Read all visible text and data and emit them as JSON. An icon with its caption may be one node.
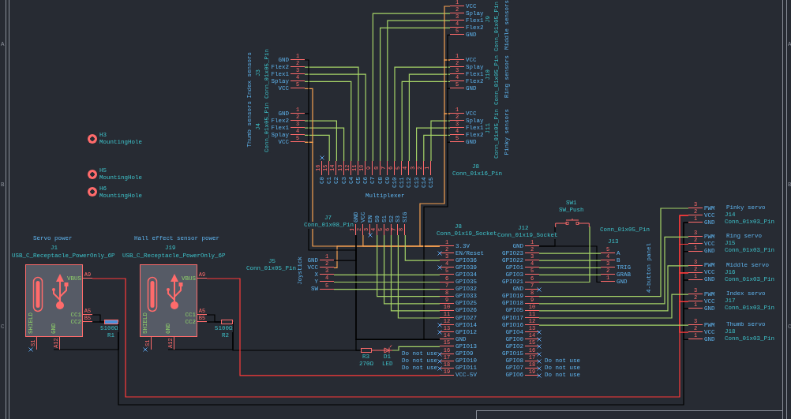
{
  "diagram": {
    "nodes": [
      {
        "text": [
          "1",
          "VCC",
          "2",
          "Splay",
          "3",
          "Flex1",
          "4",
          "Flex2",
          "5",
          "GND"
        ],
        "beside": [
          "J9",
          "Conn_01x05_Pin",
          "Middle sensors"
        ]
      },
      {
        "text": [
          "1",
          "GND",
          "2",
          "Flex2",
          "3",
          "Flex1",
          "4",
          "Splay",
          "5",
          "VCC"
        ],
        "beside": [
          "Index sensors",
          "J3",
          "Conn_01x05_Pin"
        ]
      },
      {
        "text": [
          "1",
          "VCC",
          "2",
          "Splay",
          "3",
          "Flex1",
          "4",
          "Flex2",
          "5",
          "GND"
        ],
        "beside": [
          "J10",
          "Conn_01x05_Pin",
          "Ring sensors"
        ]
      },
      {
        "text": [
          "1",
          "GND",
          "2",
          "Flex2",
          "3",
          "Flex1",
          "4",
          "Splay",
          "5",
          "VCC"
        ],
        "beside": [
          "Thumb sensors",
          "J4",
          "Conn_01x05_Pin"
        ]
      },
      {
        "text": [
          "1",
          "VCC",
          "2",
          "Splay",
          "3",
          "Flex1",
          "4",
          "Flex2",
          "5",
          "GND"
        ],
        "beside": [
          "J11",
          "Conn_01x05_Pin",
          "Pinky sensors"
        ]
      },
      {
        "text": [],
        "shape": "circle",
        "beside": [
          "H3",
          "MountingHole"
        ]
      },
      {
        "text": [
          "16",
          "C0",
          "15",
          "C1",
          "14",
          "C2",
          "13",
          "C3",
          "12",
          "C4",
          "11",
          "C5",
          "10",
          "C6",
          "9",
          "C7",
          "8",
          "C8",
          "7",
          "C9",
          "6",
          "C10",
          "5",
          "C11",
          "4",
          "C12",
          "3",
          "C13",
          "2",
          "C14",
          "1",
          "C15"
        ],
        "beside": [
          "J8",
          "Conn_01x16_Pin",
          "Multiplexer"
        ]
      },
      {
        "text": [],
        "shape": "circle",
        "beside": [
          "H5",
          "MountingHole"
        ]
      },
      {
        "text": [],
        "shape": "circle",
        "beside": [
          "H6",
          "MountingHole"
        ]
      },
      {
        "text": [],
        "shape": "switch",
        "beside": [
          "SW1",
          "SW_Push"
        ]
      },
      {
        "text": [
          "3",
          "PWM",
          "2",
          "VCC",
          "1",
          "GND"
        ],
        "beside": [
          "Pinky servo",
          "J14",
          "Conn_01x03_Pin"
        ]
      },
      {
        "text": [
          "1",
          "GND",
          "2",
          "VCC",
          "3",
          "EN",
          "4",
          "S0",
          "5",
          "S1",
          "6",
          "S2",
          "7",
          "S3",
          "8",
          "SIG"
        ],
        "beside": [
          "J7",
          "Conn_01x08_Pin"
        ]
      },
      {
        "text": [
          "1",
          "3.3V",
          "2",
          "EN/Reset",
          "3",
          "GPIO36",
          "4",
          "GPIO39",
          "5",
          "GPIO34",
          "6",
          "GPIO35",
          "7",
          "GPIO32",
          "8",
          "GPIO33",
          "9",
          "GPIO25",
          "10",
          "GPIO26",
          "11",
          "GPIO27",
          "12",
          "GPIO14",
          "13",
          "GPIO12",
          "14",
          "GND",
          "15",
          "GPIO13",
          "16",
          "GPIO9",
          "17",
          "GPIO10",
          "18",
          "GPIO11",
          "19",
          "VCC-5V"
        ],
        "beside": [
          "J8",
          "Conn_01x19_Socket",
          "Do not use",
          "Do not use",
          "Do not use"
        ]
      },
      {
        "text": [
          "1",
          "GND",
          "2",
          "GPIO23",
          "3",
          "GPIO22",
          "4",
          "GPIO1",
          "5",
          "GPIO3",
          "6",
          "GPIO21",
          "7",
          "GND",
          "8",
          "GPIO19",
          "9",
          "GPIO18",
          "10",
          "GPIO5",
          "11",
          "GPIO17",
          "12",
          "GPIO16",
          "13",
          "GPIO4",
          "14",
          "GPIO0",
          "15",
          "GPIO2",
          "16",
          "GPIO15",
          "17",
          "GPIO8",
          "18",
          "GPIO7",
          "19",
          "GPIO6"
        ],
        "beside": [
          "J12",
          "Conn_01x19_Socket",
          "Do not use",
          "Do not use",
          "Do not use"
        ]
      },
      {
        "text": [
          "5",
          "A",
          "4",
          "B",
          "3",
          "TRIG",
          "2",
          "GRAB",
          "1",
          "GND"
        ],
        "beside": [
          "Conn_01x05_Pin",
          "J13",
          "4-button panel"
        ]
      },
      {
        "text": [
          "3",
          "PWM",
          "2",
          "VCC",
          "1",
          "GND"
        ],
        "beside": [
          "Ring servo",
          "J15",
          "Conn_01x03_Pin"
        ]
      },
      {
        "text": [
          "A9",
          "VBUS",
          "A5",
          "CC1",
          "B5",
          "CC2",
          "S1",
          "SHIELD",
          "A12",
          "GND"
        ],
        "beside": [
          "Servo power",
          "J1",
          "USB_C_Receptacle_PowerOnly_6P"
        ]
      },
      {
        "text": [
          "A9",
          "VBUS",
          "A5",
          "CC1",
          "B5",
          "CC2",
          "S1",
          "SHIELD",
          "A12",
          "GND"
        ],
        "beside": [
          "Hall effect sensor power",
          "J19",
          "USB_C_Receptacle_PowerOnly_6P"
        ]
      },
      {
        "text": [
          "1",
          "GND",
          "2",
          "VCC",
          "3",
          "X",
          "4",
          "Y",
          "5",
          "SW"
        ],
        "beside": [
          "J5",
          "Conn_01x05_Pin",
          "Joystick"
        ]
      },
      {
        "text": [
          "3",
          "PWM",
          "2",
          "VCC",
          "1",
          "GND"
        ],
        "beside": [
          "Middle servo",
          "J16",
          "Conn_01x03_Pin"
        ]
      },
      {
        "text": [
          "3",
          "PWM",
          "2",
          "VCC",
          "1",
          "GND"
        ],
        "beside": [
          "Index servo",
          "J17",
          "Conn_01x03_Pin"
        ]
      },
      {
        "text": [],
        "shape": "resistor",
        "beside": [
          "5100Ω",
          "R1"
        ]
      },
      {
        "text": [],
        "shape": "resistor",
        "beside": [
          "5100Ω",
          "R2"
        ]
      },
      {
        "text": [
          "3",
          "PWM",
          "2",
          "VCC",
          "1",
          "GND"
        ],
        "beside": [
          "Thumb servo",
          "J18",
          "Conn_01x03_Pin"
        ]
      },
      {
        "text": [],
        "shape": "resistor",
        "beside": [
          "R3",
          "270Ω"
        ]
      },
      {
        "text": [],
        "shape": "diode",
        "beside": [
          "D1",
          "LED"
        ]
      }
    ],
    "edges": [
      {
        "from": 0,
        "to": 6,
        "arrow": "none"
      },
      {
        "from": 0,
        "to": 6,
        "arrow": "none"
      },
      {
        "from": 0,
        "to": 6,
        "arrow": "none"
      },
      {
        "from": 1,
        "to": 6,
        "arrow": "none"
      },
      {
        "from": 1,
        "to": 6,
        "arrow": "none"
      },
      {
        "from": 1,
        "to": 6,
        "arrow": "none"
      },
      {
        "from": 2,
        "to": 6,
        "arrow": "none"
      },
      {
        "from": 2,
        "to": 6,
        "arrow": "none"
      },
      {
        "from": 2,
        "to": 6,
        "arrow": "none"
      },
      {
        "from": 3,
        "to": 6,
        "arrow": "none"
      },
      {
        "from": 3,
        "to": 6,
        "arrow": "none"
      },
      {
        "from": 3,
        "to": 6,
        "arrow": "none"
      },
      {
        "from": 4,
        "to": 6,
        "arrow": "none"
      },
      {
        "from": 4,
        "to": 6,
        "arrow": "none"
      },
      {
        "from": 4,
        "to": 6,
        "arrow": "none"
      },
      {
        "from": 1,
        "to": 3,
        "arrow": "none",
        "color": "#f5a050"
      },
      {
        "from": 3,
        "to": 12,
        "arrow": "none",
        "color": "#f5a050"
      },
      {
        "from": 0,
        "to": 2,
        "arrow": "none",
        "color": "#f5a050"
      },
      {
        "from": 2,
        "to": 4,
        "arrow": "none",
        "color": "#f5a050"
      },
      {
        "from": 4,
        "to": 12,
        "arrow": "none",
        "color": "#f5a050"
      },
      {
        "from": 11,
        "to": 12,
        "arrow": "none",
        "color": "#f5a050"
      },
      {
        "from": 18,
        "to": 12,
        "arrow": "none",
        "color": "#f5a050"
      },
      {
        "from": 1,
        "to": 3,
        "arrow": "none",
        "color": "#000000"
      },
      {
        "from": 3,
        "to": 12,
        "arrow": "none",
        "color": "#000000"
      },
      {
        "from": 0,
        "to": 2,
        "arrow": "none",
        "color": "#000000"
      },
      {
        "from": 2,
        "to": 4,
        "arrow": "none",
        "color": "#000000"
      },
      {
        "from": 4,
        "to": 12,
        "arrow": "none",
        "color": "#000000"
      },
      {
        "from": 11,
        "to": 12,
        "arrow": "none",
        "color": "#000000"
      },
      {
        "from": 18,
        "to": 11,
        "arrow": "none",
        "color": "#000000"
      },
      {
        "from": 16,
        "to": 21,
        "arrow": "none",
        "color": "#000000"
      },
      {
        "from": 16,
        "to": 21,
        "arrow": "none",
        "color": "#000000"
      },
      {
        "from": 16,
        "to": 21,
        "arrow": "none",
        "color": "#000000"
      },
      {
        "from": 21,
        "to": 10,
        "arrow": "none",
        "color": "#000000"
      },
      {
        "from": 10,
        "to": 15,
        "arrow": "none",
        "color": "#000000"
      },
      {
        "from": 15,
        "to": 19,
        "arrow": "none",
        "color": "#000000"
      },
      {
        "from": 19,
        "to": 20,
        "arrow": "none",
        "color": "#000000"
      },
      {
        "from": 20,
        "to": 23,
        "arrow": "none",
        "color": "#000000"
      },
      {
        "from": 17,
        "to": 22,
        "arrow": "none",
        "color": "#000000"
      },
      {
        "from": 17,
        "to": 22,
        "arrow": "none",
        "color": "#000000"
      },
      {
        "from": 17,
        "to": 22,
        "arrow": "none",
        "color": "#000000"
      },
      {
        "from": 22,
        "to": 24,
        "arrow": "none",
        "color": "#000000"
      },
      {
        "from": 24,
        "to": 12,
        "arrow": "none",
        "color": "#000000"
      },
      {
        "from": 13,
        "to": 9,
        "arrow": "none",
        "color": "#000000"
      },
      {
        "from": 13,
        "to": 14,
        "arrow": "none",
        "color": "#000000"
      },
      {
        "from": 16,
        "to": 10,
        "arrow": "none",
        "color": "#ff3b3b"
      },
      {
        "from": 10,
        "to": 15,
        "arrow": "none",
        "color": "#ff3b3b"
      },
      {
        "from": 15,
        "to": 19,
        "arrow": "none",
        "color": "#ff3b3b"
      },
      {
        "from": 19,
        "to": 20,
        "arrow": "none",
        "color": "#ff3b3b"
      },
      {
        "from": 20,
        "to": 23,
        "arrow": "none",
        "color": "#ff3b3b"
      },
      {
        "from": 17,
        "to": 12,
        "arrow": "none",
        "color": "#ff3b3b"
      },
      {
        "from": 11,
        "to": 12,
        "arrow": "none"
      },
      {
        "from": 11,
        "to": 12,
        "arrow": "none"
      },
      {
        "from": 11,
        "to": 12,
        "arrow": "none"
      },
      {
        "from": 11,
        "to": 12,
        "arrow": "none"
      },
      {
        "from": 11,
        "to": 12,
        "arrow": "none"
      },
      {
        "from": 18,
        "to": 12,
        "arrow": "none"
      },
      {
        "from": 18,
        "to": 12,
        "arrow": "none"
      },
      {
        "from": 18,
        "to": 12,
        "arrow": "none"
      },
      {
        "from": 12,
        "to": 25,
        "arrow": "none"
      },
      {
        "from": 25,
        "to": 24,
        "arrow": "none",
        "color": "#e05f5f"
      },
      {
        "from": 13,
        "to": 14,
        "arrow": "none"
      },
      {
        "from": 13,
        "to": 14,
        "arrow": "none"
      },
      {
        "from": 13,
        "to": 14,
        "arrow": "none"
      },
      {
        "from": 13,
        "to": 14,
        "arrow": "none"
      },
      {
        "from": 13,
        "to": 9,
        "arrow": "none"
      },
      {
        "from": 13,
        "to": 10,
        "arrow": "none"
      },
      {
        "from": 13,
        "to": 15,
        "arrow": "none"
      },
      {
        "from": 13,
        "to": 19,
        "arrow": "none"
      },
      {
        "from": 13,
        "to": 20,
        "arrow": "none"
      },
      {
        "from": 13,
        "to": 23,
        "arrow": "none"
      }
    ],
    "labels": [
      "A",
      "A",
      "B",
      "B",
      "C",
      "C"
    ]
  }
}
